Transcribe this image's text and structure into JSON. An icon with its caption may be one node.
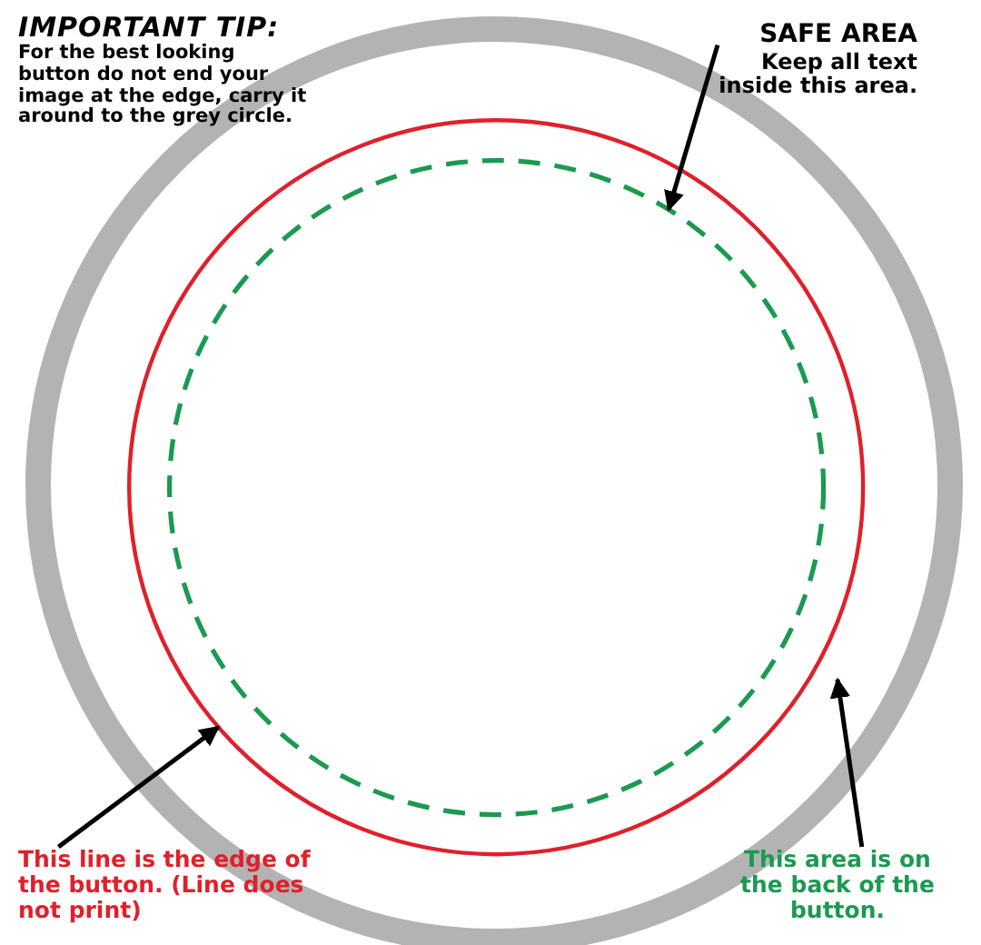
{
  "diagram": {
    "nodes": [
      {
        "text": [],
        "shape": "circle"
      },
      {
        "text": [],
        "shape": "circle",
        "in": 0
      },
      {
        "text": [],
        "shape": "circle",
        "in": 1
      },
      {
        "text": [
          "SAFE AREA",
          "Keep all text inside this area."
        ]
      },
      {
        "text": [
          "This line is the edge of the button. (Line does not print)"
        ]
      },
      {
        "text": [
          "This area is on the back of the button."
        ]
      }
    ],
    "edges": [
      {
        "from": 3,
        "to": 2,
        "arrow": "to"
      },
      {
        "from": 4,
        "to": 1,
        "arrow": "to"
      },
      {
        "from": 5,
        "to": 0,
        "arrow": "to"
      }
    ],
    "labels": [
      "IMPORTANT TIP:",
      "For the best looking button do not end your image at the edge, carry it around to the grey circle."
    ]
  }
}
